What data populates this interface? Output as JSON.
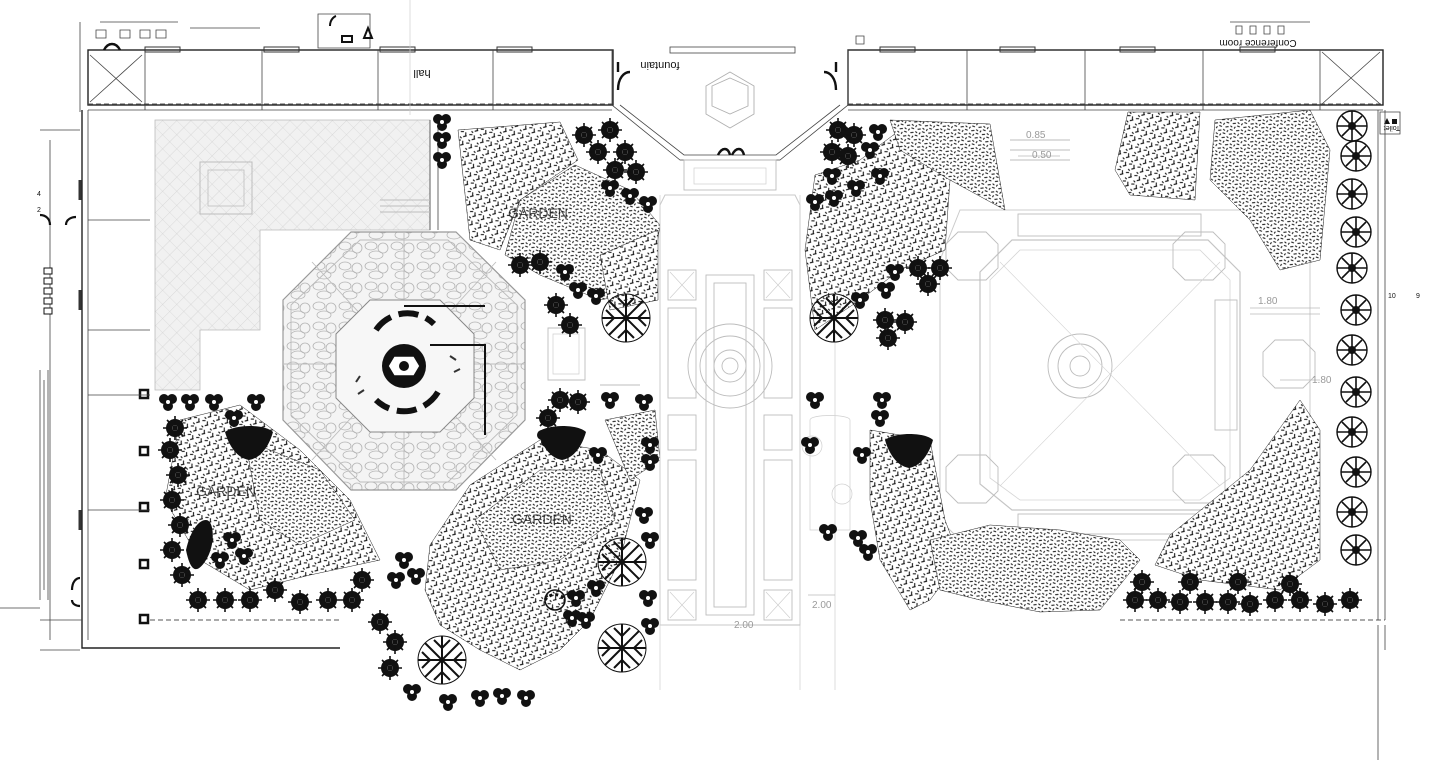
{
  "labels": {
    "hall": "hall",
    "fountain": "fountain",
    "conference": "Conference room",
    "toilet": "Toilet",
    "garden": "GARDEN",
    "n4": "4",
    "n2": "2",
    "n10": "10",
    "n9": "9"
  },
  "dimensions": {
    "d085": "0.85",
    "d050": "0.50",
    "d180a": "1.80",
    "d180b": "1.80",
    "d200a": "2.00",
    "d200b": "2.00"
  },
  "colors": {
    "ink": "#111111",
    "paving_grey": "#e6e6e6",
    "dimension_grey": "#9a9a9a"
  }
}
